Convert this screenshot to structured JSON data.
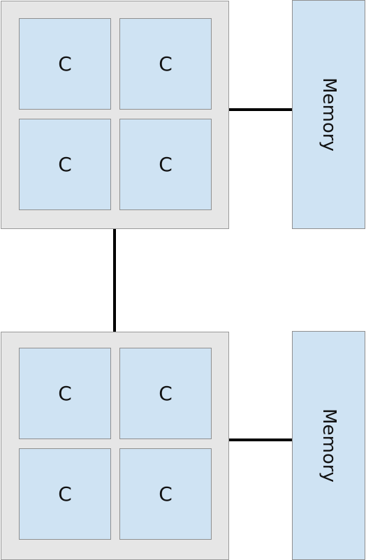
{
  "nodes": [
    {
      "cores": [
        "C",
        "C",
        "C",
        "C"
      ],
      "memory_label": "Memory"
    },
    {
      "cores": [
        "C",
        "C",
        "C",
        "C"
      ],
      "memory_label": "Memory"
    }
  ],
  "colors": {
    "chip_fill": "#e6e6e6",
    "core_fill": "#cfe3f3",
    "memory_fill": "#cfe3f3",
    "border": "#8f8f8f",
    "connector": "#000000"
  }
}
